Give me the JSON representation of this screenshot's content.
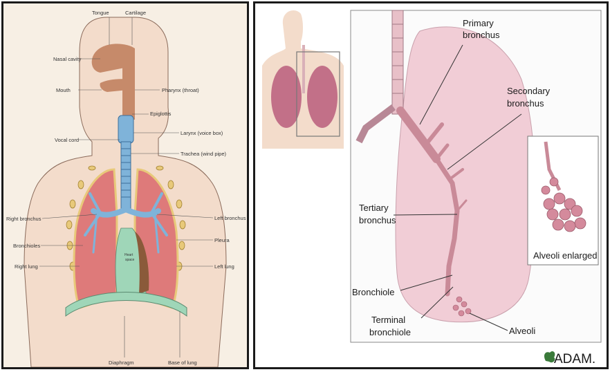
{
  "left_diagram": {
    "labels": {
      "tongue": "Tongue",
      "cartilage": "Cartilage",
      "nasal_cavity": "Nasal cavity",
      "mouth": "Mouth",
      "pharynx": "Pharynx (throat)",
      "epiglottis": "Epiglottis",
      "vocal_cord": "Vocal cord",
      "larynx": "Larynx (voice box)",
      "trachea": "Trachea (wind pipe)",
      "right_bronchus": "Right bronchus",
      "left_bronchus": "Left bronchus",
      "bronchioles": "Bronchioles",
      "pleura": "Pleura",
      "right_lung": "Right lung",
      "left_lung": "Left lung",
      "heart_space_1": "Heart",
      "heart_space_2": "space",
      "diaphragm": "Diaphragm",
      "base_of_lung": "Base of lung"
    }
  },
  "right_diagram": {
    "labels": {
      "primary_1": "Primary",
      "primary_2": "bronchus",
      "secondary_1": "Secondary",
      "secondary_2": "bronchus",
      "tertiary_1": "Tertiary",
      "tertiary_2": "bronchus",
      "bronchiole": "Bronchiole",
      "terminal_1": "Terminal",
      "terminal_2": "bronchiole",
      "alveoli": "Alveoli",
      "alveoli_enlarged": "Alveoli enlarged"
    },
    "logo": "ADAM."
  },
  "colors": {
    "skin": "#f3dccb",
    "lung_red": "#de7a7a",
    "airway_blue": "#7fb3d9",
    "lung_pink": "#f1cdd6",
    "bronchus_pink": "#c98a98",
    "border": "#1a1a1a"
  }
}
